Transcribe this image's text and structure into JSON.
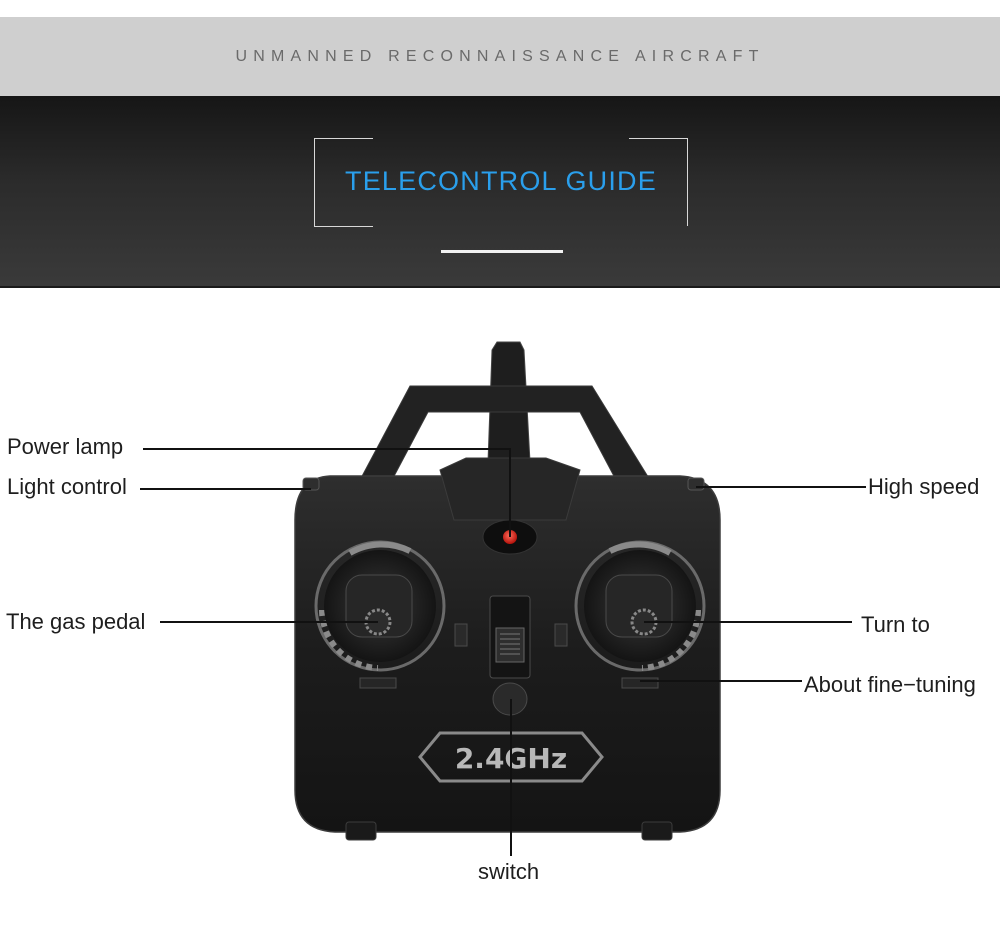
{
  "header": {
    "subtitle": "UNMANNED RECONNAISSANCE AIRCRAFT",
    "title": "TELECONTROL GUIDE"
  },
  "controller": {
    "frequency_badge": "2.4GHz"
  },
  "callouts": {
    "power_lamp": "Power lamp",
    "light_control": "Light control",
    "gas_pedal": "The gas pedal",
    "high_speed": "High speed",
    "turn_to": "Turn to",
    "fine_tuning": "About fine−tuning",
    "switch": "switch"
  },
  "colors": {
    "title_blue": "#2a9fec",
    "controller_body": "#1c1c1c",
    "power_lamp_red": "#e0241c"
  }
}
